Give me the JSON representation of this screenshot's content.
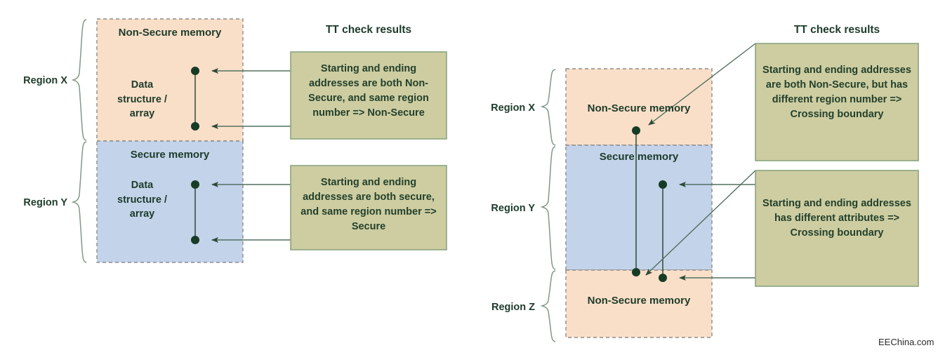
{
  "diagram": {
    "title_left": "TT check results",
    "title_right": "TT check results",
    "watermark": "EEChina.com",
    "colors": {
      "non_secure_fill": "#fadfc8",
      "secure_fill": "#c3d3ea",
      "callout_fill": "#cdcda1",
      "callout_border": "#8aa37f",
      "dash_border": "#8c8c8c",
      "brace": "#7f9a86",
      "arrow": "#53705f",
      "dot": "#163c26",
      "text": "#1d3b2a"
    }
  },
  "left_panel": {
    "regions": [
      {
        "label": "Region X"
      },
      {
        "label": "Region Y"
      }
    ],
    "blocks": [
      {
        "name": "non-secure-memory",
        "label": "Non-Secure memory",
        "data_label": "Data\nstructure /\narray"
      },
      {
        "name": "secure-memory",
        "label": "Secure memory",
        "data_label": "Data\nstructure /\narray"
      }
    ],
    "tt_title": "TT check results",
    "callouts": [
      {
        "name": "callout-non-secure",
        "text": "Starting and ending addresses are both Non-Secure, and same region number => Non-Secure"
      },
      {
        "name": "callout-secure",
        "text": "Starting and ending addresses are both secure, and same region number => Secure"
      }
    ]
  },
  "right_panel": {
    "regions": [
      {
        "label": "Region X"
      },
      {
        "label": "Region Y"
      },
      {
        "label": "Region Z"
      }
    ],
    "blocks": [
      {
        "name": "non-secure-memory-top",
        "label": "Non-Secure memory"
      },
      {
        "name": "secure-memory",
        "label": "Secure memory"
      },
      {
        "name": "non-secure-memory-bottom",
        "label": "Non-Secure memory"
      }
    ],
    "tt_title": "TT check results",
    "callouts": [
      {
        "name": "callout-crossing-region-number",
        "text": "Starting and ending addresses are both Non-Secure, but has different region number => Crossing boundary"
      },
      {
        "name": "callout-crossing-attributes",
        "text": "Starting and ending addresses has different attributes => Crossing boundary"
      }
    ]
  }
}
